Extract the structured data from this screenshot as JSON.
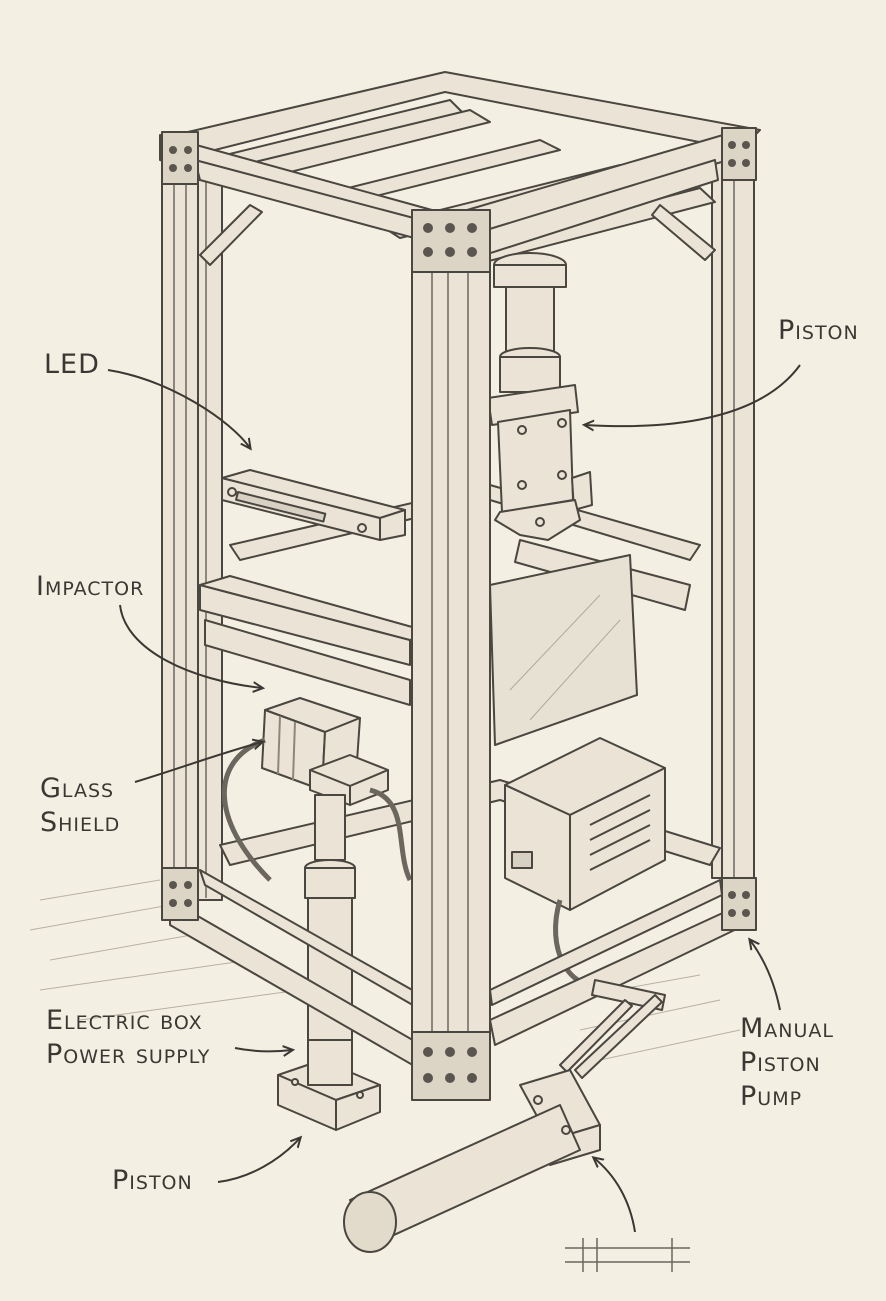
{
  "labels": {
    "led": "LED",
    "piston_top": "Piston",
    "impactor": "Impactor",
    "glass_shield_1": "Glass",
    "glass_shield_2": "Shield",
    "electric_box_1": "Electric box",
    "electric_box_2": "Power supply",
    "manual_pump_1": "Manual",
    "manual_pump_2": "Piston",
    "manual_pump_3": "Pump",
    "piston_bottom": "Piston"
  },
  "colors": {
    "paper": "#f4efe3",
    "pencil": "#4a4640",
    "shade": "#a9a298",
    "fill": "#ebe4d6"
  }
}
